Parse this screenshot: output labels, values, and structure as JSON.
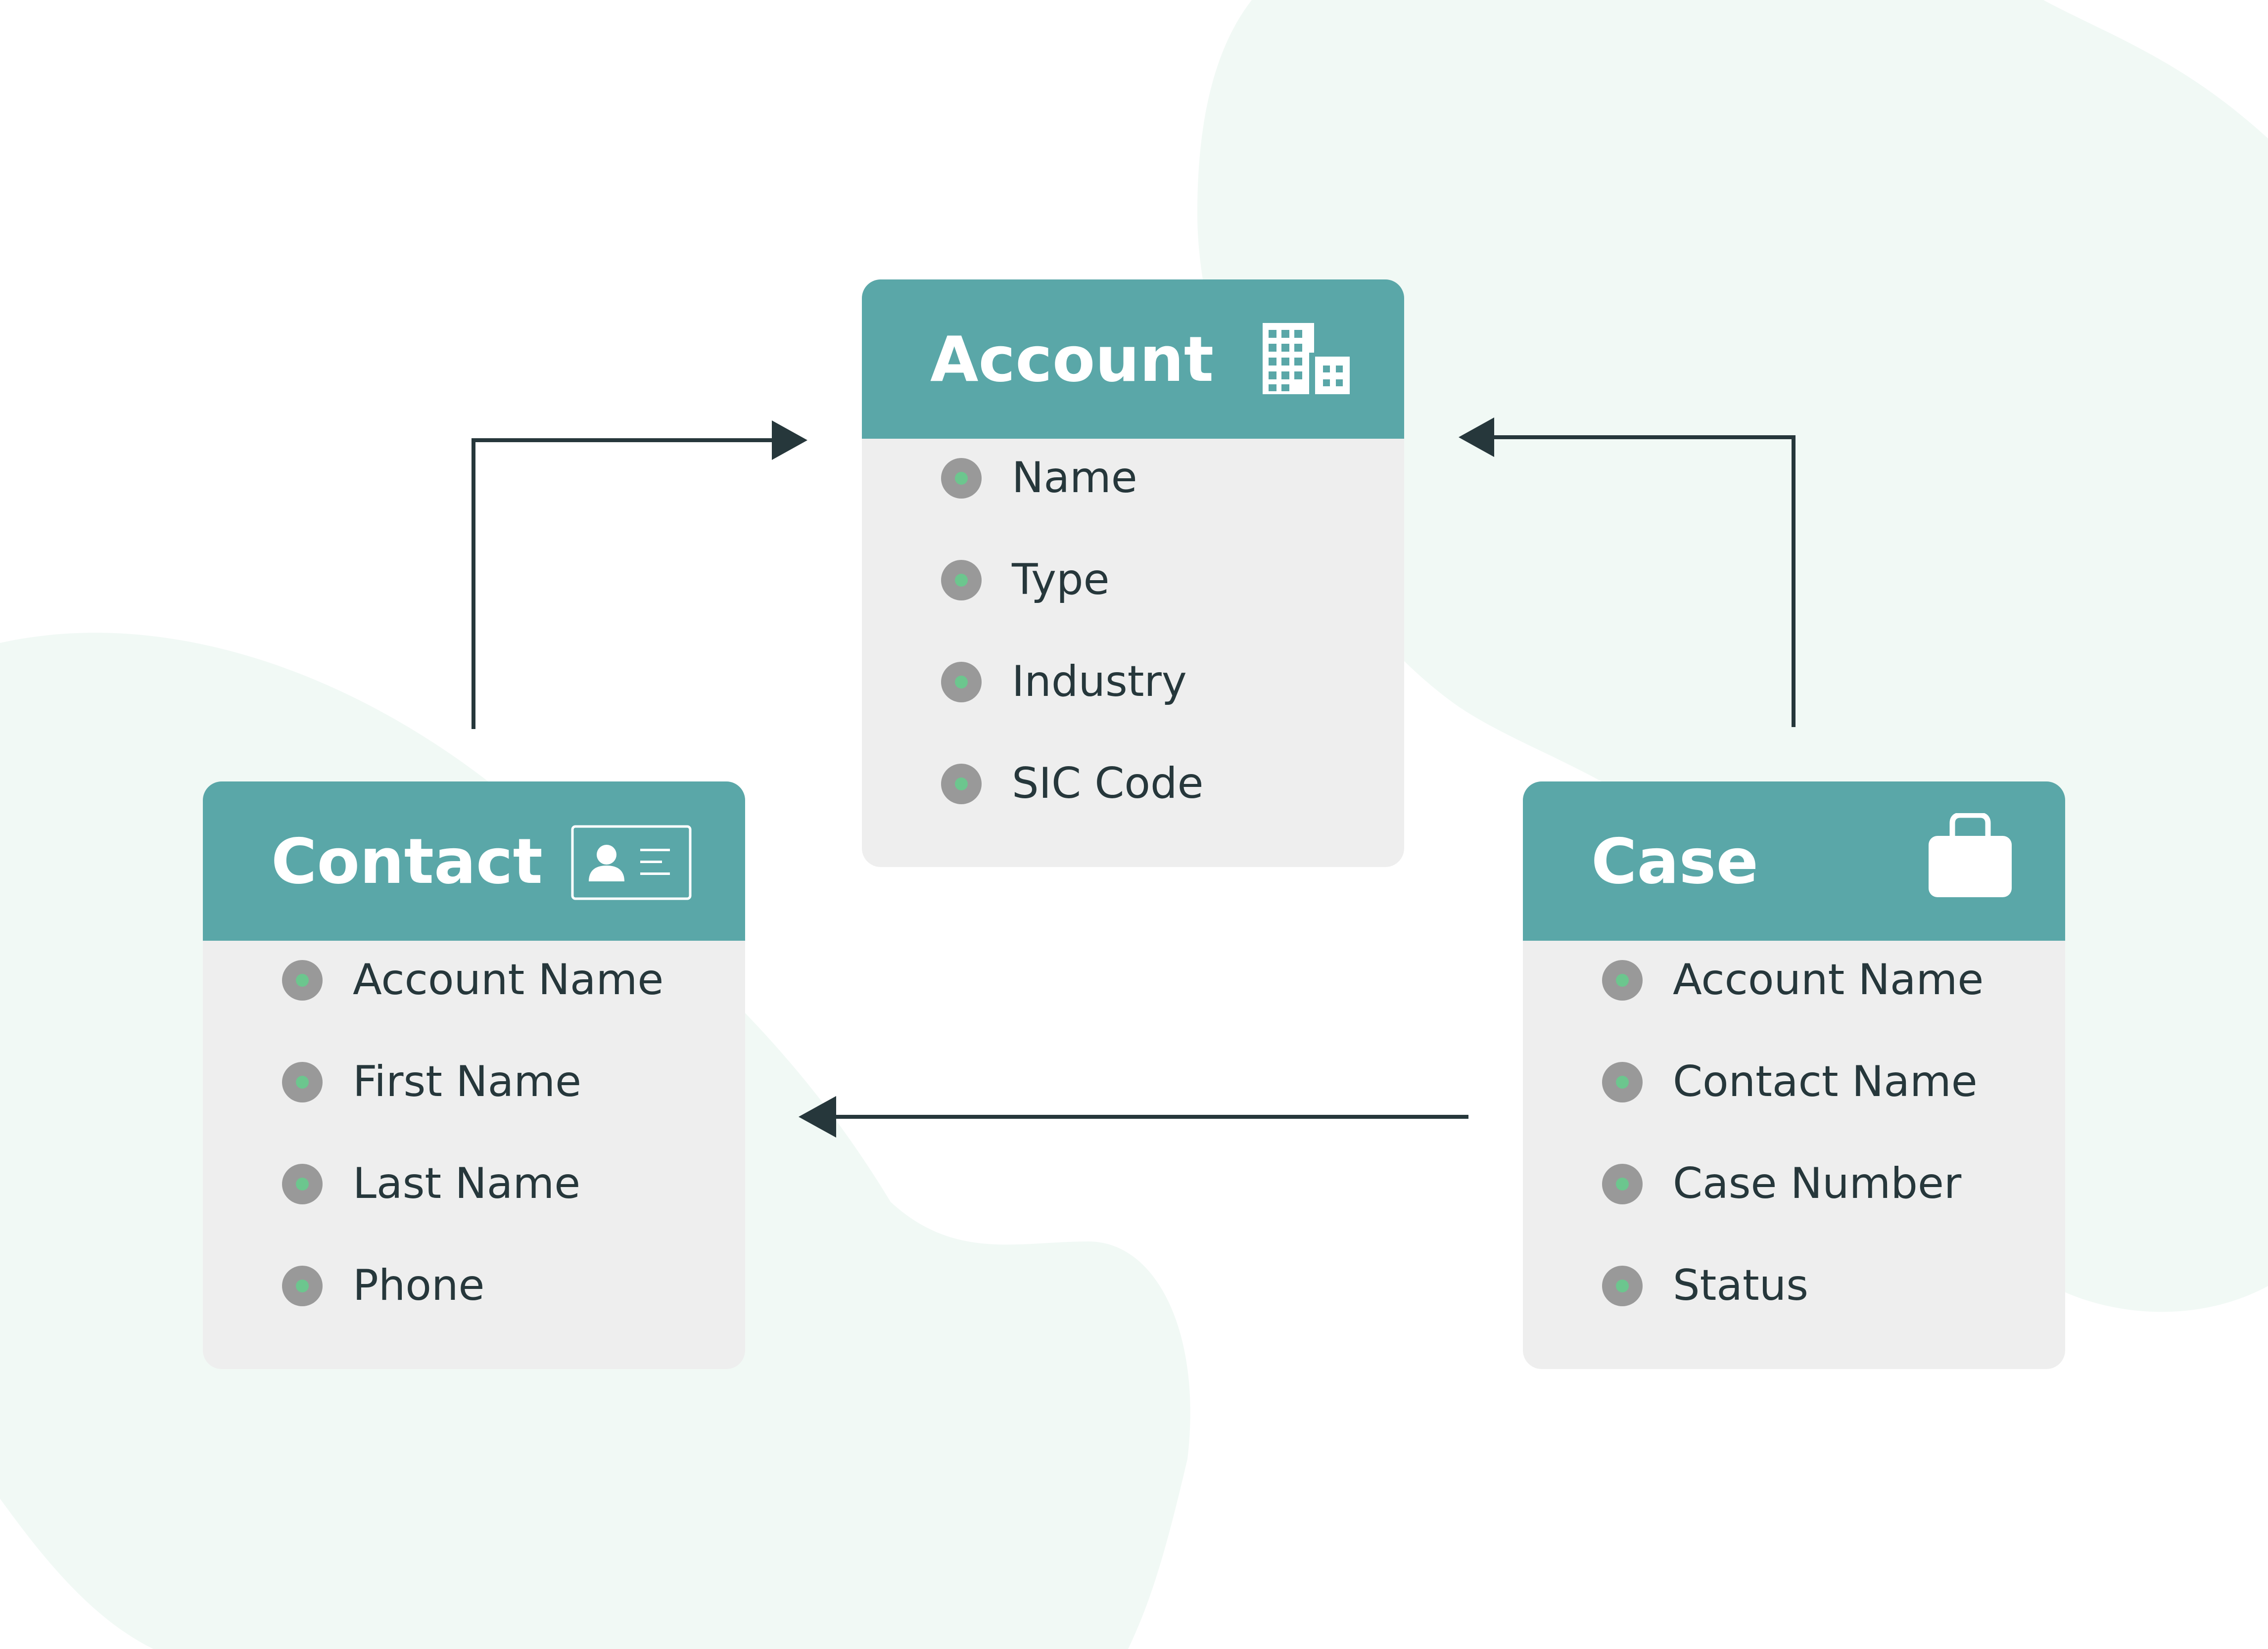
{
  "colors": {
    "accent": "#5aa7a8",
    "card_body": "#eeeeee",
    "bullet": "#999999",
    "bullet_dot": "#6cc68e",
    "connector": "#26373b",
    "background_blob": "#f1f9f5"
  },
  "entities": [
    {
      "id": "account",
      "title": "Account",
      "icon": "office-building-icon",
      "fields": [
        "Name",
        "Type",
        "Industry",
        "SIC Code"
      ]
    },
    {
      "id": "contact",
      "title": "Contact",
      "icon": "contact-card-icon",
      "fields": [
        "Account Name",
        "First Name",
        "Last Name",
        "Phone"
      ]
    },
    {
      "id": "case",
      "title": "Case",
      "icon": "briefcase-icon",
      "fields": [
        "Account Name",
        "Contact Name",
        "Case Number",
        "Status"
      ]
    }
  ],
  "relationships": [
    {
      "from": "contact",
      "to": "account"
    },
    {
      "from": "case",
      "to": "account"
    },
    {
      "from": "case",
      "to": "contact"
    }
  ]
}
